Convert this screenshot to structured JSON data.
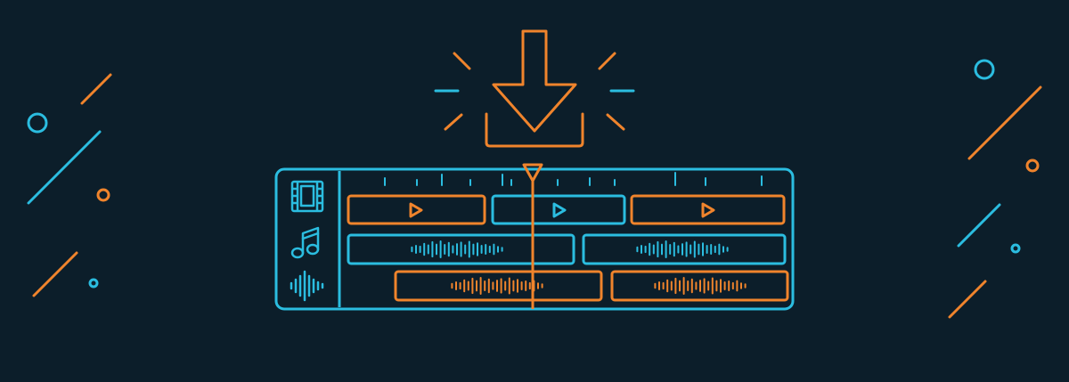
{
  "illustration": {
    "subject": "",
    "colors": {
      "background": "#0c1e2a",
      "orange": "#f0842c",
      "blue": "#2bbde0"
    },
    "icons": [
      "download-arrow-icon",
      "film-icon",
      "music-note-icon",
      "waveform-icon",
      "play-icon",
      "playhead-icon"
    ],
    "timeline": {
      "tracks": [
        {
          "kind": "video",
          "icon": "film-icon",
          "clips": 3
        },
        {
          "kind": "music",
          "icon": "music-note-icon",
          "clips": 2
        },
        {
          "kind": "audio",
          "icon": "waveform-icon",
          "clips": 2
        }
      ]
    }
  }
}
